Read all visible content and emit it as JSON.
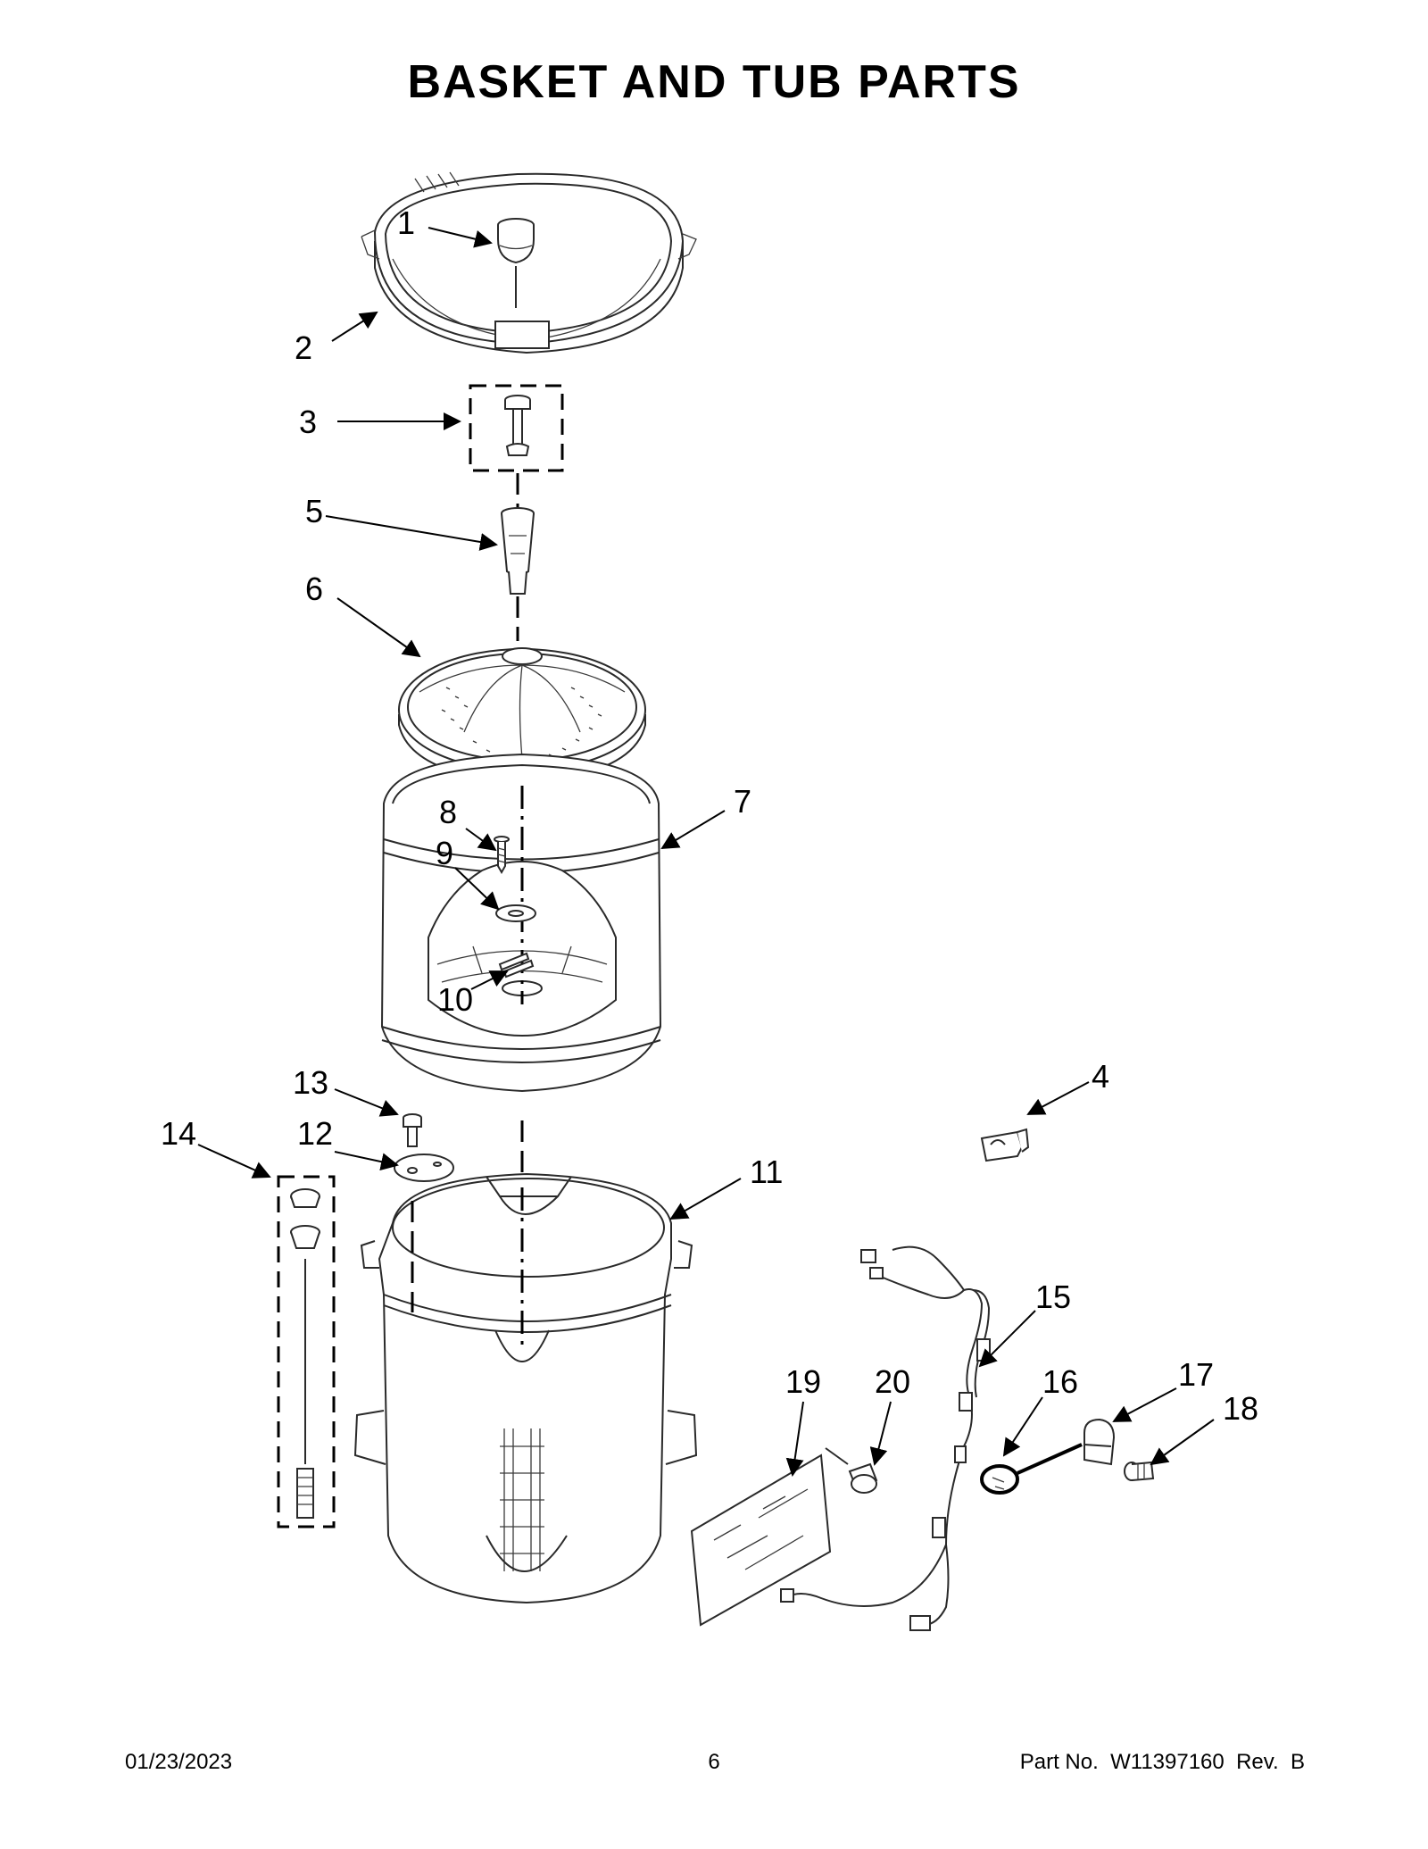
{
  "page": {
    "title": "BASKET AND TUB PARTS",
    "footer_date": "01/23/2023",
    "footer_page": "6",
    "footer_part": "Part No.  W11397160  Rev.  B"
  },
  "callouts": [
    "1",
    "2",
    "3",
    "4",
    "5",
    "6",
    "7",
    "8",
    "9",
    "10",
    "11",
    "12",
    "13",
    "14",
    "15",
    "16",
    "17",
    "18",
    "19",
    "20"
  ]
}
